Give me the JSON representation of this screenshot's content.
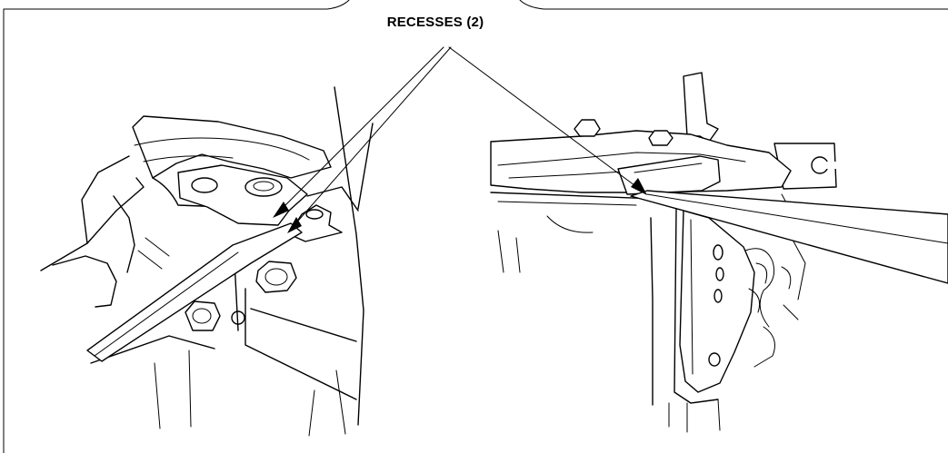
{
  "diagram": {
    "callout": "RECESSES (2)",
    "icons": {
      "left": "engine-recess-left-illustration",
      "right": "carburetor-linkage-recess-illustration"
    }
  }
}
